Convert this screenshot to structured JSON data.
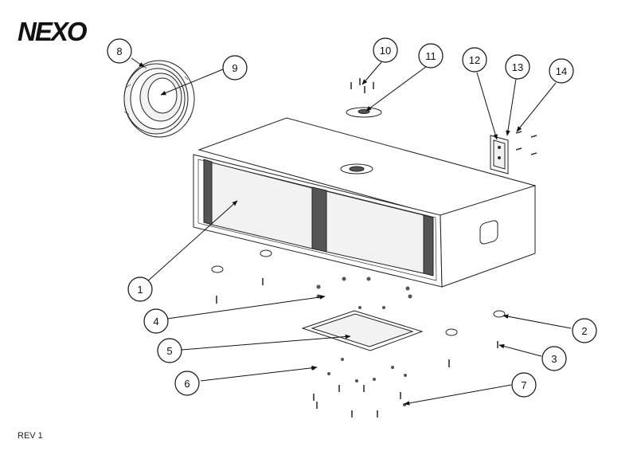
{
  "brand": {
    "logo_text": "NEXO"
  },
  "revision_label": "REV 1",
  "callouts": [
    {
      "number": "1"
    },
    {
      "number": "2"
    },
    {
      "number": "3"
    },
    {
      "number": "4"
    },
    {
      "number": "5"
    },
    {
      "number": "6"
    },
    {
      "number": "7"
    },
    {
      "number": "8"
    },
    {
      "number": "9"
    },
    {
      "number": "10"
    },
    {
      "number": "11"
    },
    {
      "number": "12"
    },
    {
      "number": "13"
    },
    {
      "number": "14"
    }
  ]
}
